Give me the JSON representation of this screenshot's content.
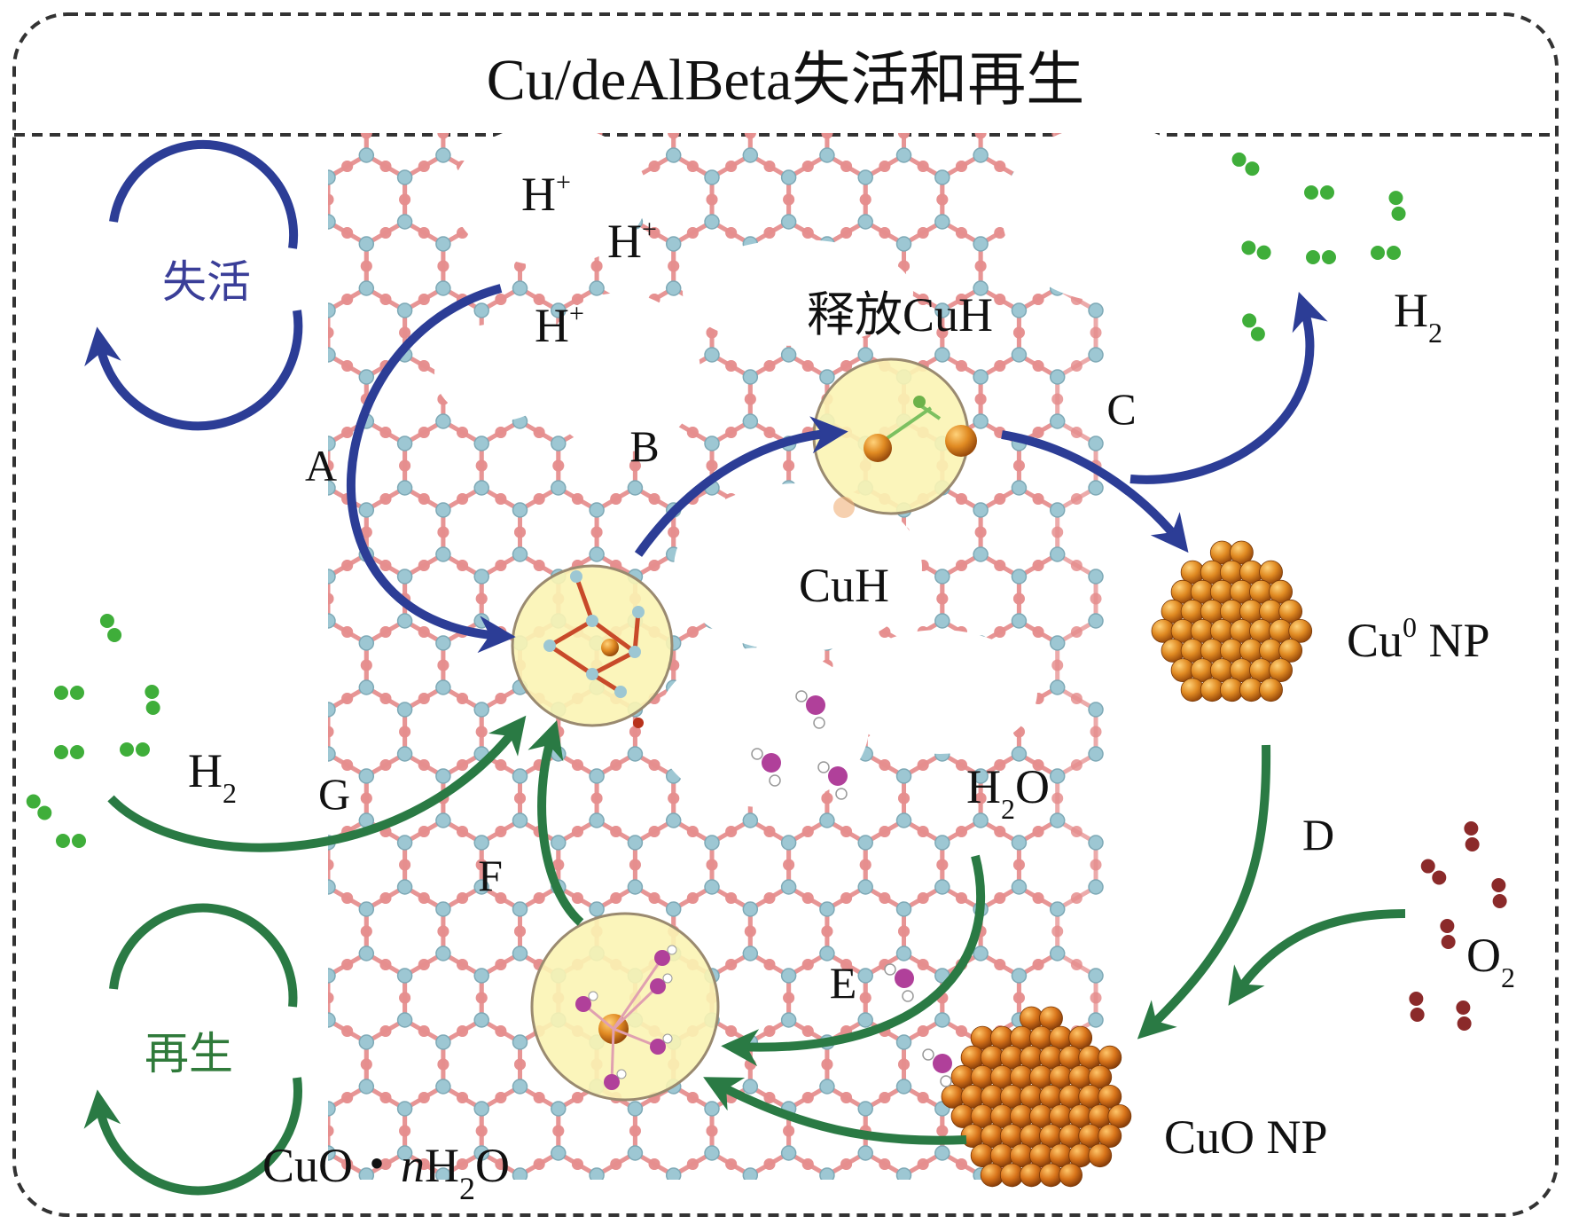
{
  "title": "Cu/deAlBeta失活和再生",
  "legend": {
    "deactivation": "失活",
    "regeneration": "再生"
  },
  "steps": {
    "A": "A",
    "B": "B",
    "C": "C",
    "D": "D",
    "E": "E",
    "F": "F",
    "G": "G"
  },
  "species": {
    "proton_1": "H",
    "proton_2": "H",
    "proton_3": "H",
    "proton_charge": "+",
    "release_cuh": "释放CuH",
    "cuh": "CuH",
    "h2_top_base": "H",
    "h2_top_sub": "2",
    "cu0_np_base": "Cu",
    "cu0_np_sup": "0",
    "cu0_np_rest": " NP",
    "h2_left_base": "H",
    "h2_left_sub": "2",
    "h2o_base": "H",
    "h2o_sub": "2",
    "h2o_rest": "O",
    "o2_base": "O",
    "o2_sub": "2",
    "cuo_np": "CuO NP",
    "hydrate_prefix": "CuO・",
    "hydrate_n": "n",
    "hydrate_h": "H",
    "hydrate_sub": "2",
    "hydrate_o": "O"
  },
  "colors": {
    "deactivation_arrow": "#2c3d96",
    "regeneration_arrow": "#2a7a44",
    "deactivation_text": "#3a3e98",
    "regeneration_text": "#2f7a3a",
    "active_site_fill": "#fbf4b4",
    "cu_particle": "#d9821e",
    "framework_si": "#9dc7d3",
    "framework_o": "#e58e8e",
    "h2_molecule": "#3fae3a",
    "o2_molecule": "#8b2a2a",
    "water_o": "#b0409a"
  }
}
